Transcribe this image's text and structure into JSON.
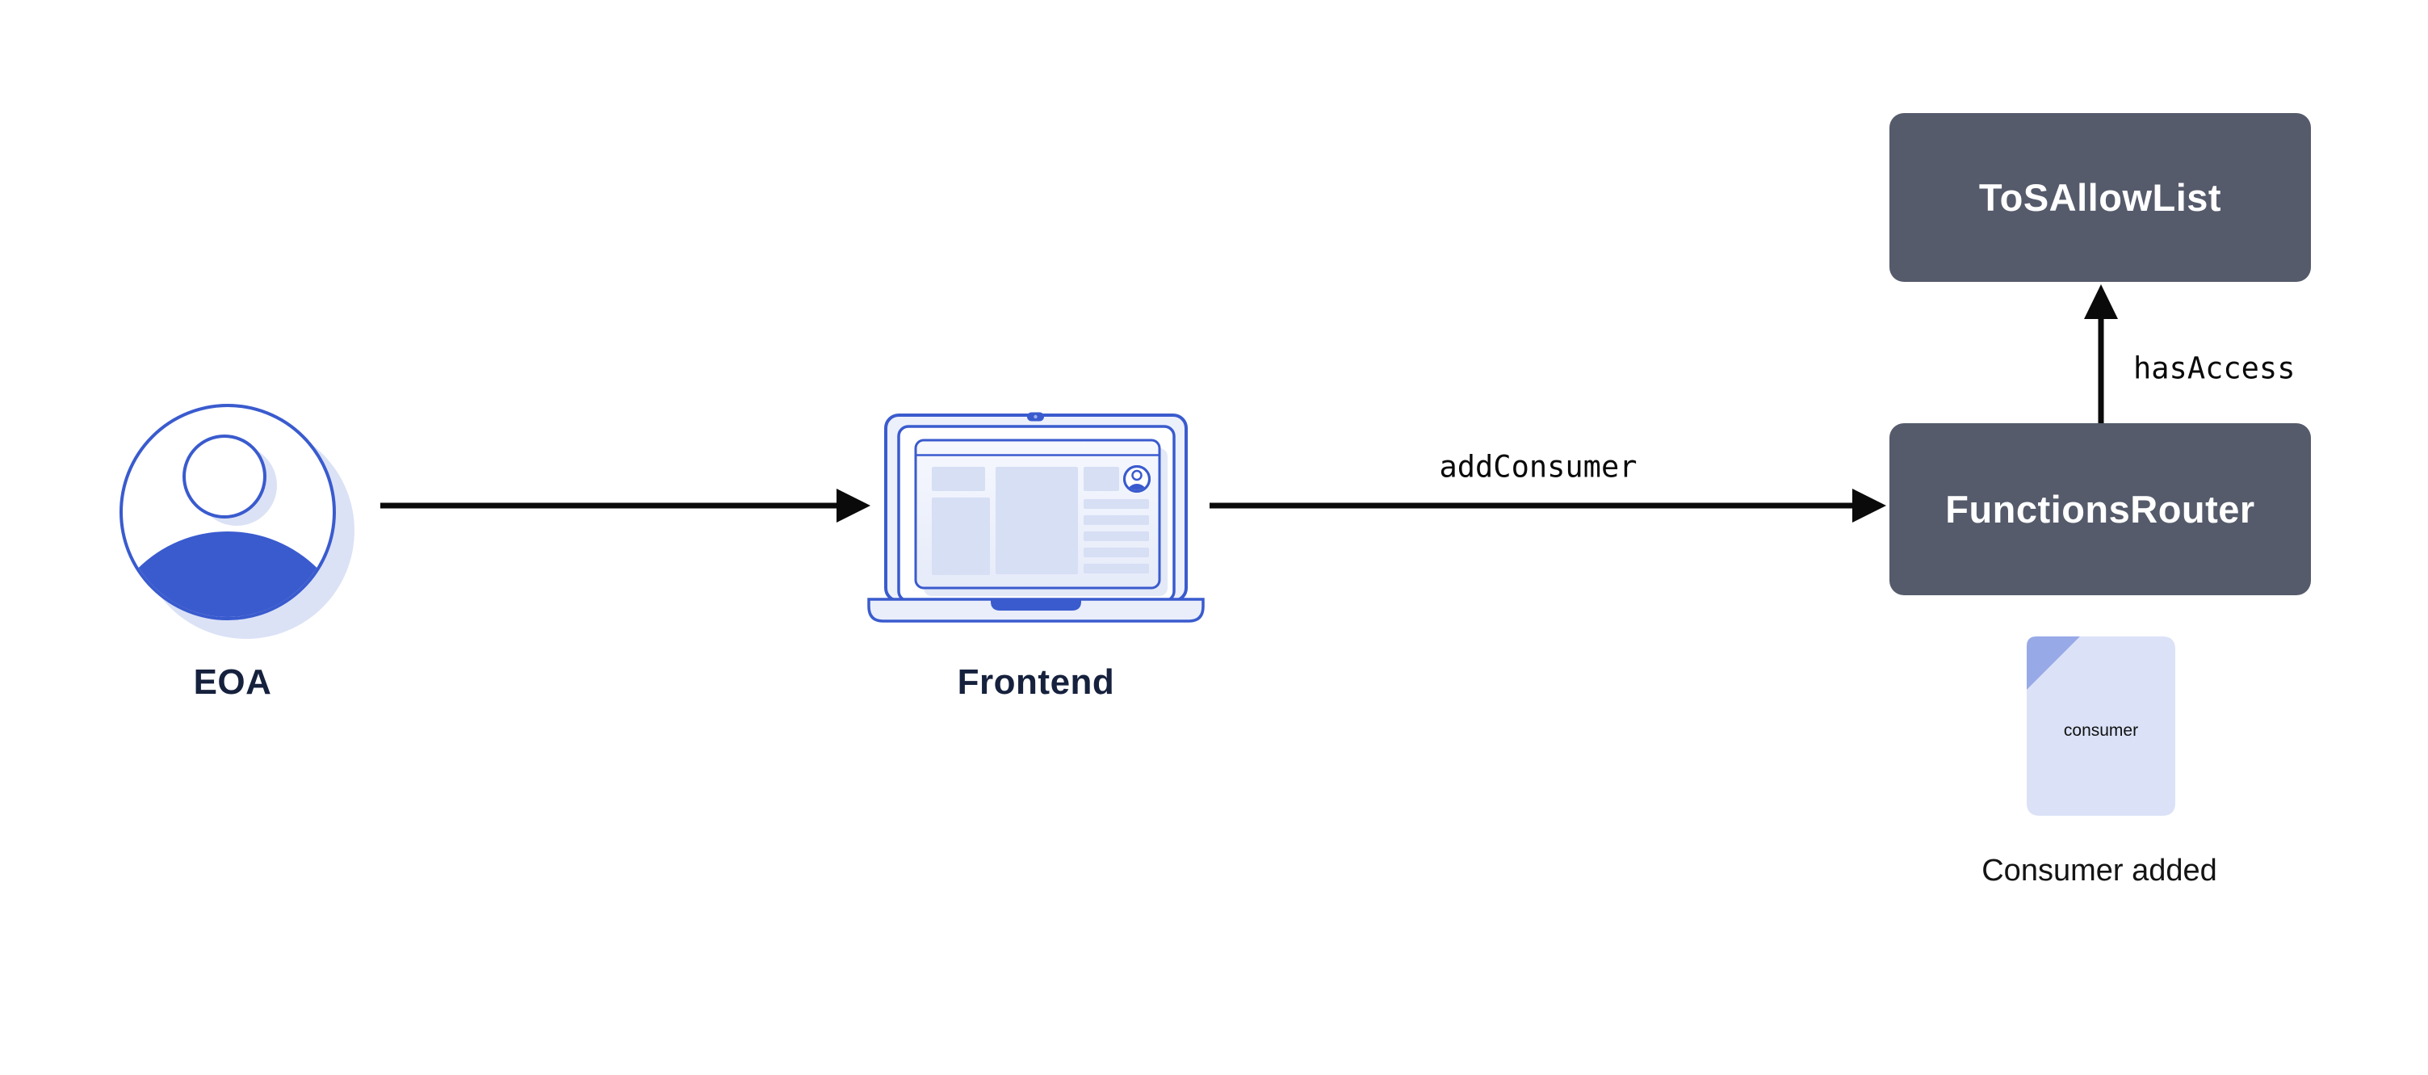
{
  "nodes": {
    "eoa": {
      "label": "EOA"
    },
    "frontend": {
      "label": "Frontend"
    },
    "functions_router": {
      "label": "FunctionsRouter"
    },
    "tos_allow_list": {
      "label": "ToSAllowList"
    }
  },
  "edges": {
    "eoa_to_frontend": {
      "from": "EOA",
      "to": "Frontend",
      "label": ""
    },
    "frontend_to_functions_router": {
      "from": "Frontend",
      "to": "FunctionsRouter",
      "label": "addConsumer"
    },
    "functions_router_to_tos_allow_list": {
      "from": "FunctionsRouter",
      "to": "ToSAllowList",
      "label": "hasAccess"
    }
  },
  "artifacts": {
    "consumer_document": {
      "file_label": "consumer",
      "caption": "Consumer added"
    }
  },
  "icons": {
    "eoa": "user-avatar-icon",
    "frontend": "laptop-browser-icon",
    "consumer_document": "document-file-icon"
  },
  "colors": {
    "accent_blue": "#3A5BCE",
    "pale_blue_fill": "#ECF0FB",
    "light_blue_fill": "#D7DFF5",
    "shadow_blue": "#DBE2F6",
    "fold_blue": "#98A9E8",
    "node_box_dark": "#555B6B",
    "heading_navy": "#16213D",
    "arrow_black": "#0A0A0A"
  }
}
